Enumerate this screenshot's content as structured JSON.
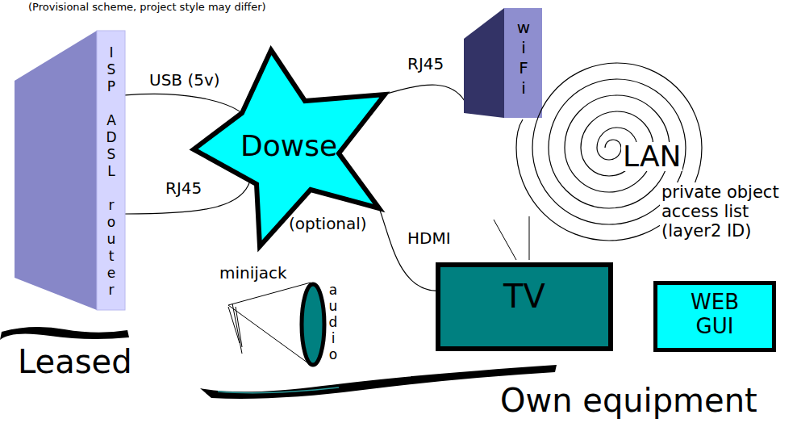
{
  "diagram": {
    "nodes": [
      {
        "text": [
          "ISP ADSL router"
        ]
      },
      {
        "text": [
          "Dowse"
        ]
      },
      {
        "text": [
          "wiFi"
        ]
      },
      {
        "text": [
          "LAN"
        ]
      },
      {
        "text": [
          "audio"
        ]
      },
      {
        "text": [
          "TV"
        ]
      },
      {
        "text": [
          "WEB GUI"
        ]
      }
    ],
    "edges": [
      {
        "from": 0,
        "to": 1,
        "label": "USB (5v)",
        "arrow": "none"
      },
      {
        "from": 0,
        "to": 1,
        "label": "RJ45",
        "arrow": "none"
      },
      {
        "from": 1,
        "to": 2,
        "label": "RJ45",
        "arrow": "none"
      },
      {
        "from": 1,
        "to": 5,
        "label": "HDMI",
        "arrow": "none"
      }
    ],
    "labels": [
      "(Provisional scheme, project style may differ)",
      "(optional)",
      "minijack",
      "private object access list (layer2 ID)",
      "Leased",
      "Own equipment"
    ]
  }
}
